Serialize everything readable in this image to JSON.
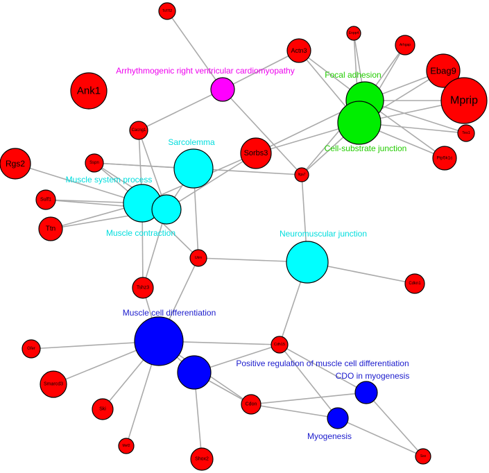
{
  "colors": {
    "gene": "#ff0000",
    "edge": "#aaaaaa",
    "outline": "#000000",
    "arrhythmogenic": "#ff00ff",
    "focal": "#00ee00",
    "sarcolemma": "#00ffff",
    "muscle_diff": "#0000ff",
    "label_magenta": "#ee00ee",
    "label_green": "#22cc00",
    "label_cyan": "#00dddd",
    "label_blue": "#1a1acc"
  },
  "genes": [
    {
      "id": "tcf7l2",
      "label": "Tcf7l2"
    },
    {
      "id": "actn3",
      "label": "Actn3"
    },
    {
      "id": "ank1",
      "label": "Ank1"
    },
    {
      "id": "cacng1",
      "label": "Cacng1"
    },
    {
      "id": "sorbs3",
      "label": "Sorbs3"
    },
    {
      "id": "sspn",
      "label": "Sspn"
    },
    {
      "id": "rgs2",
      "label": "Rgs2"
    },
    {
      "id": "sulf1",
      "label": "Sulf1"
    },
    {
      "id": "ttn",
      "label": "Ttn"
    },
    {
      "id": "itga7",
      "label": "Itga7"
    },
    {
      "id": "utrn",
      "label": "Utrn"
    },
    {
      "id": "tshz3",
      "label": "Tshz3"
    },
    {
      "id": "cdkn1",
      "label": "Cdkn1"
    },
    {
      "id": "cdh15",
      "label": "Cdh15"
    },
    {
      "id": "gfer",
      "label": "Gfer"
    },
    {
      "id": "smarcd3",
      "label": "Smarcd3"
    },
    {
      "id": "ski",
      "label": "Ski"
    },
    {
      "id": "mef2",
      "label": "Mef2"
    },
    {
      "id": "shox2",
      "label": "Shox2"
    },
    {
      "id": "cdon",
      "label": "Cdon"
    },
    {
      "id": "ssx",
      "label": "Ssx"
    },
    {
      "id": "enpp4",
      "label": "Enpp4"
    },
    {
      "id": "arhgap",
      "label": "Arhgap"
    },
    {
      "id": "ebag9",
      "label": "Ebag9"
    },
    {
      "id": "mprip",
      "label": "Mprip"
    },
    {
      "id": "tes1",
      "label": "Tes1"
    },
    {
      "id": "pip5k1c",
      "label": "Pip5k1c"
    }
  ],
  "terms": [
    {
      "id": "arvc",
      "label": "Arrhythmogenic right ventricular cardiomyopathy"
    },
    {
      "id": "focal",
      "label": "Focal adhesion"
    },
    {
      "id": "cellsub",
      "label": "Cell-substrate junction"
    },
    {
      "id": "sarcolemma",
      "label": "Sarcolemma"
    },
    {
      "id": "msp",
      "label": "Muscle system process"
    },
    {
      "id": "mc",
      "label": "Muscle contraction"
    },
    {
      "id": "nmj",
      "label": "Neuromuscular junction"
    },
    {
      "id": "mcd",
      "label": "Muscle cell differentiation"
    },
    {
      "id": "prmcd",
      "label": "Positive regulation of muscle cell differentiation"
    },
    {
      "id": "cdo",
      "label": "CDO in myogenesis"
    },
    {
      "id": "myog",
      "label": "Myogenesis"
    }
  ],
  "edges": [
    [
      "tcf7l2",
      "arvc"
    ],
    [
      "actn3",
      "arvc"
    ],
    [
      "arvc",
      "cacng1"
    ],
    [
      "arvc",
      "itga7"
    ],
    [
      "actn3",
      "focal"
    ],
    [
      "actn3",
      "cellsub"
    ],
    [
      "enpp4",
      "focal"
    ],
    [
      "enpp4",
      "cellsub"
    ],
    [
      "arhgap",
      "focal"
    ],
    [
      "arhgap",
      "cellsub"
    ],
    [
      "ebag9",
      "focal"
    ],
    [
      "ebag9",
      "cellsub"
    ],
    [
      "mprip",
      "focal"
    ],
    [
      "mprip",
      "cellsub"
    ],
    [
      "tes1",
      "focal"
    ],
    [
      "tes1",
      "cellsub"
    ],
    [
      "pip5k1c",
      "focal"
    ],
    [
      "pip5k1c",
      "cellsub"
    ],
    [
      "sorbs3",
      "focal"
    ],
    [
      "sorbs3",
      "cellsub"
    ],
    [
      "itga7",
      "focal"
    ],
    [
      "itga7",
      "cellsub"
    ],
    [
      "cacng1",
      "msp"
    ],
    [
      "cacng1",
      "mc"
    ],
    [
      "sorbs3",
      "msp"
    ],
    [
      "sorbs3",
      "mc"
    ],
    [
      "sspn",
      "sarcolemma"
    ],
    [
      "sspn",
      "msp"
    ],
    [
      "sspn",
      "mc"
    ],
    [
      "sspn",
      "itga7"
    ],
    [
      "rgs2",
      "msp"
    ],
    [
      "sulf1",
      "msp"
    ],
    [
      "sulf1",
      "mc"
    ],
    [
      "ttn",
      "msp"
    ],
    [
      "ttn",
      "mc"
    ],
    [
      "sarcolemma",
      "utrn"
    ],
    [
      "sarcolemma",
      "mc"
    ],
    [
      "msp",
      "utrn"
    ],
    [
      "msp",
      "tshz3"
    ],
    [
      "mc",
      "tshz3"
    ],
    [
      "itga7",
      "nmj"
    ],
    [
      "utrn",
      "nmj"
    ],
    [
      "cdkn1",
      "nmj"
    ],
    [
      "nmj",
      "cdh15"
    ],
    [
      "utrn",
      "mcd"
    ],
    [
      "tshz3",
      "mcd"
    ],
    [
      "gfer",
      "mcd"
    ],
    [
      "smarcd3",
      "mcd"
    ],
    [
      "ski",
      "mcd"
    ],
    [
      "mef2",
      "mcd"
    ],
    [
      "mcd",
      "prmcd"
    ],
    [
      "mcd",
      "cdh15"
    ],
    [
      "mcd",
      "cdon"
    ],
    [
      "prmcd",
      "cdh15"
    ],
    [
      "prmcd",
      "cdon"
    ],
    [
      "prmcd",
      "shox2"
    ],
    [
      "cdh15",
      "myog"
    ],
    [
      "cdh15",
      "cdo"
    ],
    [
      "cdon",
      "myog"
    ],
    [
      "cdon",
      "cdo"
    ],
    [
      "myog",
      "ssx"
    ],
    [
      "cdo",
      "ssx"
    ]
  ]
}
